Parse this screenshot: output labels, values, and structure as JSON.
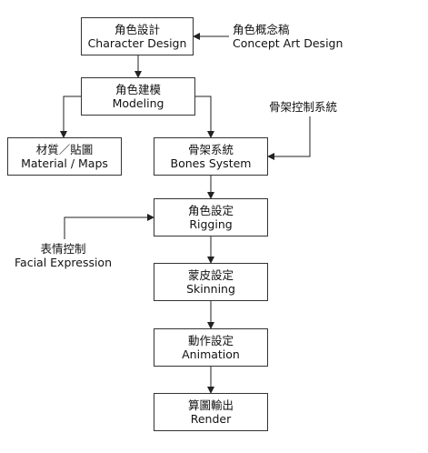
{
  "nodes": {
    "character_design": {
      "zh": "角色設計",
      "en": "Character Design"
    },
    "modeling": {
      "zh": "角色建模",
      "en": "Modeling"
    },
    "material": {
      "zh": "材質／貼圖",
      "en": "Material / Maps"
    },
    "bones": {
      "zh": "骨架系統",
      "en": "Bones System"
    },
    "rigging": {
      "zh": "角色設定",
      "en": "Rigging"
    },
    "skinning": {
      "zh": "蒙皮設定",
      "en": "Skinning"
    },
    "animation": {
      "zh": "動作設定",
      "en": "Animation"
    },
    "render": {
      "zh": "算圖輸出",
      "en": "Render"
    }
  },
  "inputs": {
    "concept_art": {
      "zh": "角色概念稿",
      "en": "Concept Art Design"
    },
    "bone_control": {
      "zh": "骨架控制系統"
    },
    "facial": {
      "zh": "表情控制",
      "en": "Facial Expression"
    }
  }
}
